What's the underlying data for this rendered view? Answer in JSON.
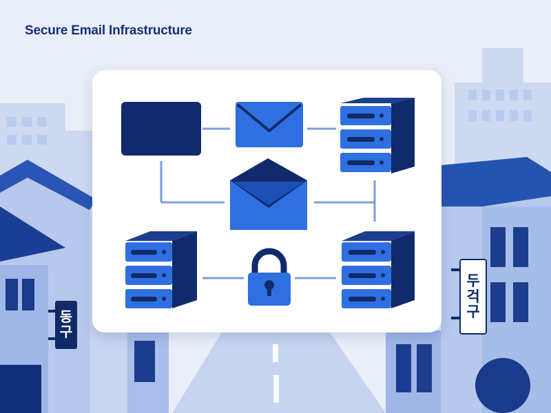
{
  "title": "Secure Email Infrastructure",
  "colors": {
    "navy": "#102a6b",
    "blue": "#2f6fe0",
    "blue_dark": "#1c4fb5",
    "line": "#7a9ee0",
    "sky": "#e9eef8",
    "building": "#b7c8ec"
  },
  "diagram": {
    "nodes": [
      {
        "id": "client",
        "icon": "monitor-icon"
      },
      {
        "id": "email-top",
        "icon": "envelope-icon"
      },
      {
        "id": "server-top-right",
        "icon": "server-icon"
      },
      {
        "id": "email-center",
        "icon": "open-envelope-icon"
      },
      {
        "id": "server-bottom-left",
        "icon": "server-icon"
      },
      {
        "id": "lock",
        "icon": "padlock-icon"
      },
      {
        "id": "server-bottom-right",
        "icon": "server-icon"
      }
    ]
  },
  "signs": {
    "left": [
      "동",
      "구"
    ],
    "right": [
      "두",
      "걱",
      "구"
    ]
  }
}
